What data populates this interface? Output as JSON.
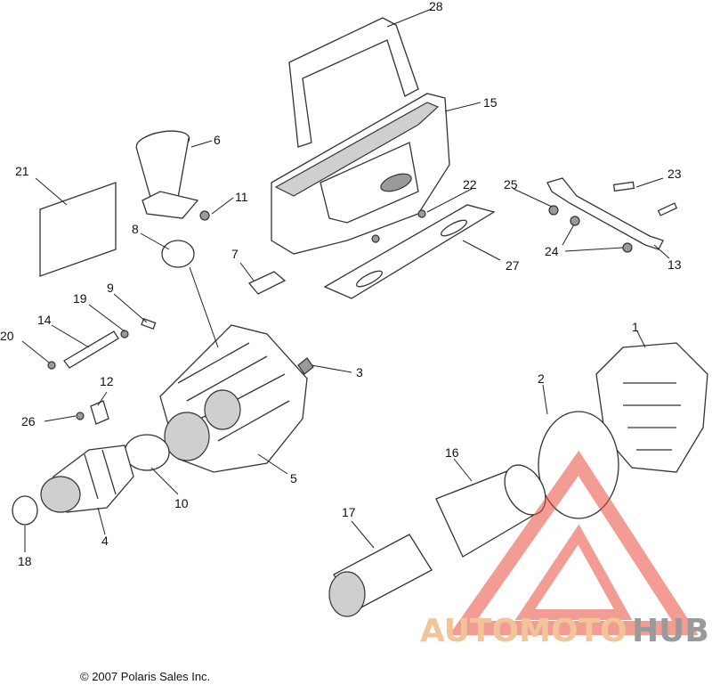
{
  "callouts": {
    "c1": "1",
    "c2": "2",
    "c3": "3",
    "c4": "4",
    "c5": "5",
    "c6": "6",
    "c7": "7",
    "c8": "8",
    "c9": "9",
    "c10": "10",
    "c11": "11",
    "c12": "12",
    "c13": "13",
    "c14": "14",
    "c15": "15",
    "c16": "16",
    "c17": "17",
    "c18": "18",
    "c19": "19",
    "c20": "20",
    "c21": "21",
    "c22": "22",
    "c23": "23",
    "c24": "24",
    "c25": "25",
    "c26": "26",
    "c27": "27",
    "c28": "28"
  },
  "copyright": "© 2007 Polaris Sales Inc.",
  "watermark": {
    "part1": "AUTOMOTO",
    "part2": "HUB",
    "color_primary": "#f2c49a",
    "color_secondary": "#9a9a9a",
    "logo_color": "#e84c3d"
  }
}
